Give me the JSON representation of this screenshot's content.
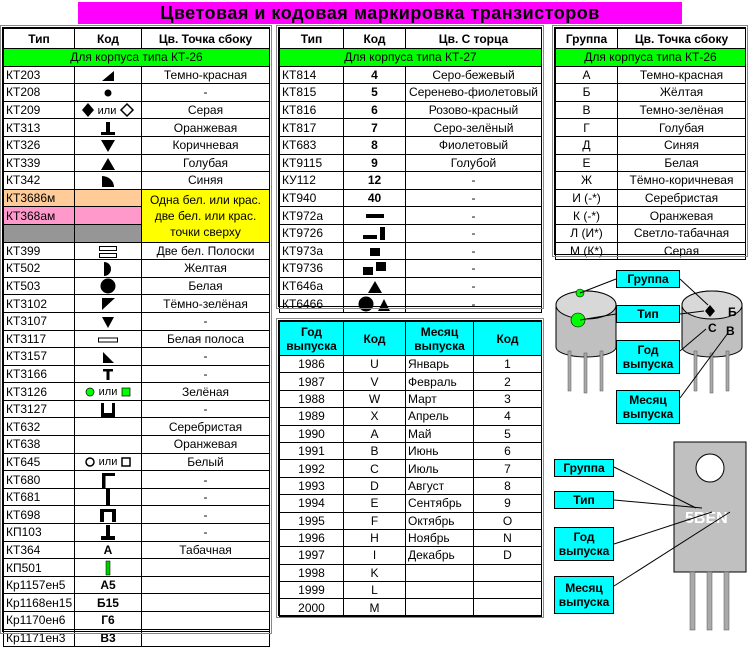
{
  "title": "Цветовая  и  кодовая  маркировка  транзисторов",
  "t1": {
    "headers": [
      "Тип",
      "Код",
      "Цв. Точка  сбоку"
    ],
    "group": "Для корпуса  типа КТ-26",
    "rows": [
      {
        "type": "КТ203",
        "code_icon": "triangle-wedge-icon",
        "dot": "Темно-красная"
      },
      {
        "type": "КТ208",
        "code_icon": "small-dot-icon",
        "dot": "-"
      },
      {
        "type": "КТ209",
        "code_icon": "diamond-or-diamond-icon",
        "or": "или",
        "dot": "Серая"
      },
      {
        "type": "КТ313",
        "code_icon": "t-bar-icon",
        "dot": "Оранжевая"
      },
      {
        "type": "КТ326",
        "code_icon": "triangle-down-icon",
        "dot": "Коричневая"
      },
      {
        "type": "КТ339",
        "code_icon": "triangle-up-icon",
        "dot": "Голубая"
      },
      {
        "type": "КТ342",
        "code_icon": "quarter-circle-icon",
        "dot": "Синяя"
      },
      {
        "type": "КТ3686м",
        "code_icon": "",
        "dot": ""
      },
      {
        "type": "КТ368ам",
        "code_icon": "",
        "dot": ""
      },
      {
        "type": "",
        "code_icon": "",
        "dot": ""
      },
      {
        "type": "КТ399",
        "code_icon": "double-bar-icon",
        "dot": "Две бел. Полоски"
      },
      {
        "type": "КТ502",
        "code_icon": "half-circle-icon",
        "dot": "Желтая"
      },
      {
        "type": "КТ503",
        "code_icon": "circle-icon",
        "dot": "Белая"
      },
      {
        "type": "КТ3102",
        "code_icon": "corner-triangle-icon",
        "dot": "Тёмно-зелёная"
      },
      {
        "type": "КТ3107",
        "code_icon": "triangle-down-small-icon",
        "dot": "-"
      },
      {
        "type": "КТ3117",
        "code_icon": "outline-bar-icon",
        "dot": "Белая полоса"
      },
      {
        "type": "КТ3157",
        "code_icon": "small-corner-triangle-icon",
        "dot": "-"
      },
      {
        "type": "КТ3166",
        "code_icon": "letter-t-icon",
        "dot": "-"
      },
      {
        "type": "КТ3126",
        "code_icon": "green-circle-or-square-icon",
        "or": "или",
        "dot": "Зелёная"
      },
      {
        "type": "КТ3127",
        "code_icon": "u-shape-icon",
        "dot": "-"
      },
      {
        "type": "КТ632",
        "code_icon": "",
        "dot": "Серебристая"
      },
      {
        "type": "КТ638",
        "code_icon": "",
        "dot": "Оранжевая"
      },
      {
        "type": "КТ645",
        "code_icon": "open-circle-or-square-icon",
        "or": "или",
        "dot": "Белый"
      },
      {
        "type": "КТ680",
        "code_icon": "gamma-icon",
        "dot": "-"
      },
      {
        "type": "КТ681",
        "code_icon": "vertical-bar-icon",
        "dot": "-"
      },
      {
        "type": "КТ698",
        "code_icon": "pi-icon",
        "dot": "-"
      },
      {
        "type": "КП103",
        "code_icon": "inverted-t-icon",
        "dot": "-"
      },
      {
        "type": "КТ364",
        "code": "А",
        "dot": "Табачная"
      },
      {
        "type": "КП501",
        "code_icon": "green-bar-icon",
        "dot": ""
      },
      {
        "type": "Кр1157ен5",
        "code": "А5",
        "dot": ""
      },
      {
        "type": "Кр1168ен15",
        "code": "Б15",
        "dot": ""
      },
      {
        "type": "Кр1170ен6",
        "code": "Г6",
        "dot": ""
      },
      {
        "type": "Кр1171ен3",
        "code": "В3",
        "dot": ""
      }
    ],
    "yellow_note": "Одна бел. или крас. две бел. или крас. точки  сверху"
  },
  "t2": {
    "headers": [
      "Тип",
      "Код",
      "Цв. С торца"
    ],
    "group": "Для корпуса  типа КТ-27",
    "rows": [
      {
        "type": "КТ814",
        "code": "4",
        "end": "Серо-бежевый"
      },
      {
        "type": "КТ815",
        "code": "5",
        "end": "Серенево-фиолетовый"
      },
      {
        "type": "КТ816",
        "code": "6",
        "end": "Розово-красный"
      },
      {
        "type": "КТ817",
        "code": "7",
        "end": "Серо-зелёный"
      },
      {
        "type": "КТ683",
        "code": "8",
        "end": "Фиолетовый"
      },
      {
        "type": "КТ9115",
        "code": "9",
        "end": "Голубой"
      },
      {
        "type": "КУ112",
        "code": "12",
        "end": "-"
      },
      {
        "type": "КТ940",
        "code": "40",
        "end": "-"
      },
      {
        "type": "КТ972а",
        "code_icon": "short-bar-icon",
        "end": "-"
      },
      {
        "type": "КТ9726",
        "code_icon": "bar-and-tall-bar-icon",
        "end": "-"
      },
      {
        "type": "КТ973а",
        "code_icon": "small-square-icon",
        "end": "-"
      },
      {
        "type": "КТ9736",
        "code_icon": "two-squares-icon",
        "end": "-"
      },
      {
        "type": "КТ646а",
        "code_icon": "triangle-up-icon",
        "end": "-"
      },
      {
        "type": "КТ6466",
        "code_icon": "circle-and-triangle-icon",
        "end": "-"
      }
    ]
  },
  "t3": {
    "headers": [
      "Группа",
      "Цв. Точка  сбоку"
    ],
    "group": "Для корпуса  типа КТ-26",
    "rows": [
      [
        "А",
        "Темно-красная"
      ],
      [
        "Б",
        "Жёлтая"
      ],
      [
        "В",
        "Темно-зелёная"
      ],
      [
        "Г",
        "Голубая"
      ],
      [
        "Д",
        "Синяя"
      ],
      [
        "Е",
        "Белая"
      ],
      [
        "Ж",
        "Тёмно-коричневая"
      ],
      [
        "И (-*)",
        "Серебристая"
      ],
      [
        "К (-*)",
        "Оранжевая"
      ],
      [
        "Л (И*)",
        "Светло-табачная"
      ],
      [
        "М (К*)",
        "Серая"
      ]
    ]
  },
  "t4": {
    "headers": [
      "Год выпуска",
      "Код",
      "Месяц выпуска",
      "Код"
    ],
    "years": [
      [
        "1986",
        "U"
      ],
      [
        "1987",
        "V"
      ],
      [
        "1988",
        "W"
      ],
      [
        "1989",
        "X"
      ],
      [
        "1990",
        "A"
      ],
      [
        "1991",
        "B"
      ],
      [
        "1992",
        "C"
      ],
      [
        "1993",
        "D"
      ],
      [
        "1994",
        "E"
      ],
      [
        "1995",
        "F"
      ],
      [
        "1996",
        "H"
      ],
      [
        "1997",
        "I"
      ],
      [
        "1998",
        "K"
      ],
      [
        "1999",
        "L"
      ],
      [
        "2000",
        "M"
      ]
    ],
    "months": [
      [
        "Январь",
        "1"
      ],
      [
        "Февраль",
        "2"
      ],
      [
        "Март",
        "3"
      ],
      [
        "Апрель",
        "4"
      ],
      [
        "Май",
        "5"
      ],
      [
        "Июнь",
        "6"
      ],
      [
        "Июль",
        "7"
      ],
      [
        "Август",
        "8"
      ],
      [
        "Сентябрь",
        "9"
      ],
      [
        "Октябрь",
        "O"
      ],
      [
        "Ноябрь",
        "N"
      ],
      [
        "Декабрь",
        "D"
      ]
    ]
  },
  "diagram1": {
    "labels": {
      "group": "Группа",
      "type": "Тип",
      "year": "Год выпуска",
      "month": "Месяц выпуска"
    },
    "marks": {
      "b": "Б",
      "c": "С",
      "v": "В"
    }
  },
  "diagram2": {
    "labels": {
      "group": "Группа",
      "type": "Тип",
      "year": "Год выпуска",
      "month": "Месяц выпуска"
    },
    "marking": "5BEN"
  },
  "colors": {
    "title_bg": "#ff00ff",
    "group_bg": "#00ff00",
    "header_cyan": "#00ffff",
    "note_yellow": "#ffff00",
    "peach": "#ffcc99",
    "pink": "#ff99cc",
    "gray": "#969696",
    "case_gray": "#c0c0c0"
  }
}
